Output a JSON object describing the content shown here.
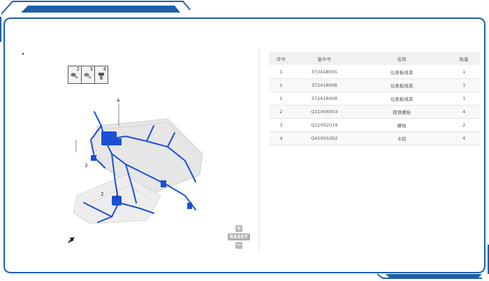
{
  "colors": {
    "frame_blue": "#1f5fa8",
    "harness_blue": "#1b4fd6",
    "header_bg": "#f0f1f3"
  },
  "diagram": {
    "thumbnails": [
      {
        "num": "2",
        "icon": "screw-icon"
      },
      {
        "num": "3",
        "icon": "bolt-icon"
      },
      {
        "num": "4",
        "icon": "clip-icon"
      }
    ],
    "callouts": {
      "c4": "4",
      "c3": "3",
      "c2": "2"
    },
    "zoom": {
      "plus": "+",
      "reset": "RESET",
      "minus": "−"
    }
  },
  "table": {
    "headers": {
      "seq": "序号",
      "part_no": "备件号",
      "name": "名称",
      "qty": "数量"
    },
    "rows": [
      {
        "seq": "1",
        "part_no": "372418005",
        "name": "仪表板线束",
        "qty": "1"
      },
      {
        "seq": "1",
        "part_no": "372418006",
        "name": "仪表板线束",
        "qty": "1"
      },
      {
        "seq": "1",
        "part_no": "372418008",
        "name": "仪表板线束",
        "qty": "1"
      },
      {
        "seq": "2",
        "part_no": "Q11004003",
        "name": "搭铁螺栓",
        "qty": "4"
      },
      {
        "seq": "3",
        "part_no": "Q11002019",
        "name": "螺栓",
        "qty": "2"
      },
      {
        "seq": "4",
        "part_no": "Q41001002",
        "name": "卡扣",
        "qty": "4"
      }
    ]
  }
}
